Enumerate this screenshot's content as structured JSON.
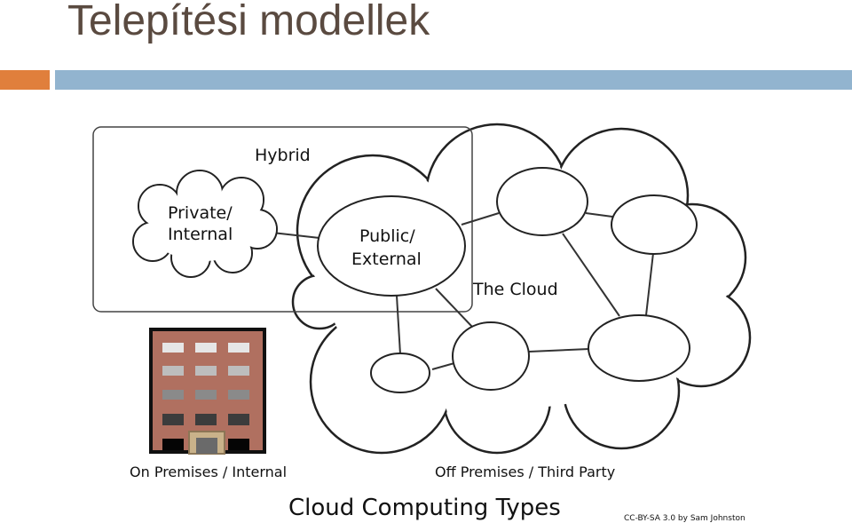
{
  "slide": {
    "title": "Telepítési modellek"
  },
  "diagram": {
    "hybrid_label": "Hybrid",
    "private_label_line1": "Private/",
    "private_label_line2": "Internal",
    "public_label_line1": "Public/",
    "public_label_line2": "External",
    "cloud_label": "The Cloud",
    "on_premises_caption": "On Premises / Internal",
    "off_premises_caption": "Off Premises / Third Party",
    "caption": "Cloud Computing Types",
    "credit": "CC-BY-SA 3.0 by Sam Johnston",
    "icon": "office-building-icon"
  }
}
